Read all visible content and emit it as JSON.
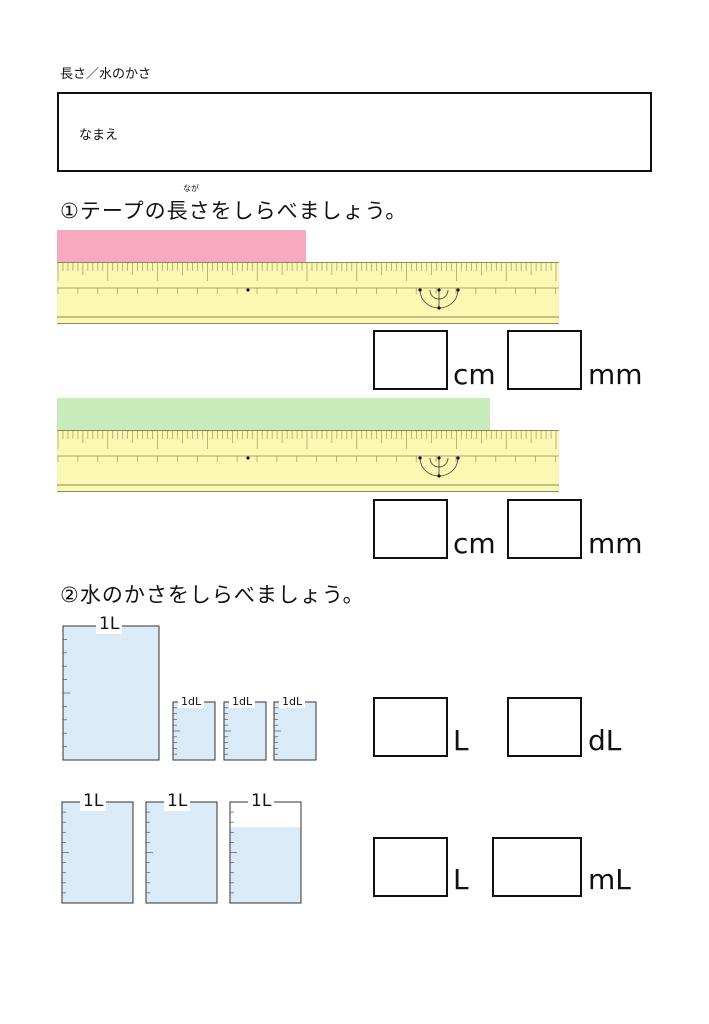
{
  "page": {
    "subtitle": "長さ／水のかさ",
    "name_label": "なまえ"
  },
  "section1": {
    "heading": "①テープの長さをしらべましょう。",
    "ruby": "なが",
    "problems": [
      {
        "tape_color": "#f8a8bf",
        "tape_fraction": 0.496,
        "units": [
          "cm",
          "mm"
        ]
      },
      {
        "tape_color": "#c8ebbc",
        "tape_fraction": 0.862,
        "units": [
          "cm",
          "mm"
        ]
      }
    ]
  },
  "section2": {
    "heading": "②水のかさをしらべましょう。",
    "problems": [
      {
        "big_label": "1L",
        "small_label": "1dL",
        "units": [
          "L",
          "dL"
        ]
      },
      {
        "big_label": "1L",
        "fill_levels": [
          1,
          1,
          0.75
        ],
        "units": [
          "L",
          "mL"
        ]
      }
    ]
  },
  "colors": {
    "ruler": "#fbf8b4",
    "ruler_line": "#8a8a55",
    "water": "#dbeaf7"
  }
}
